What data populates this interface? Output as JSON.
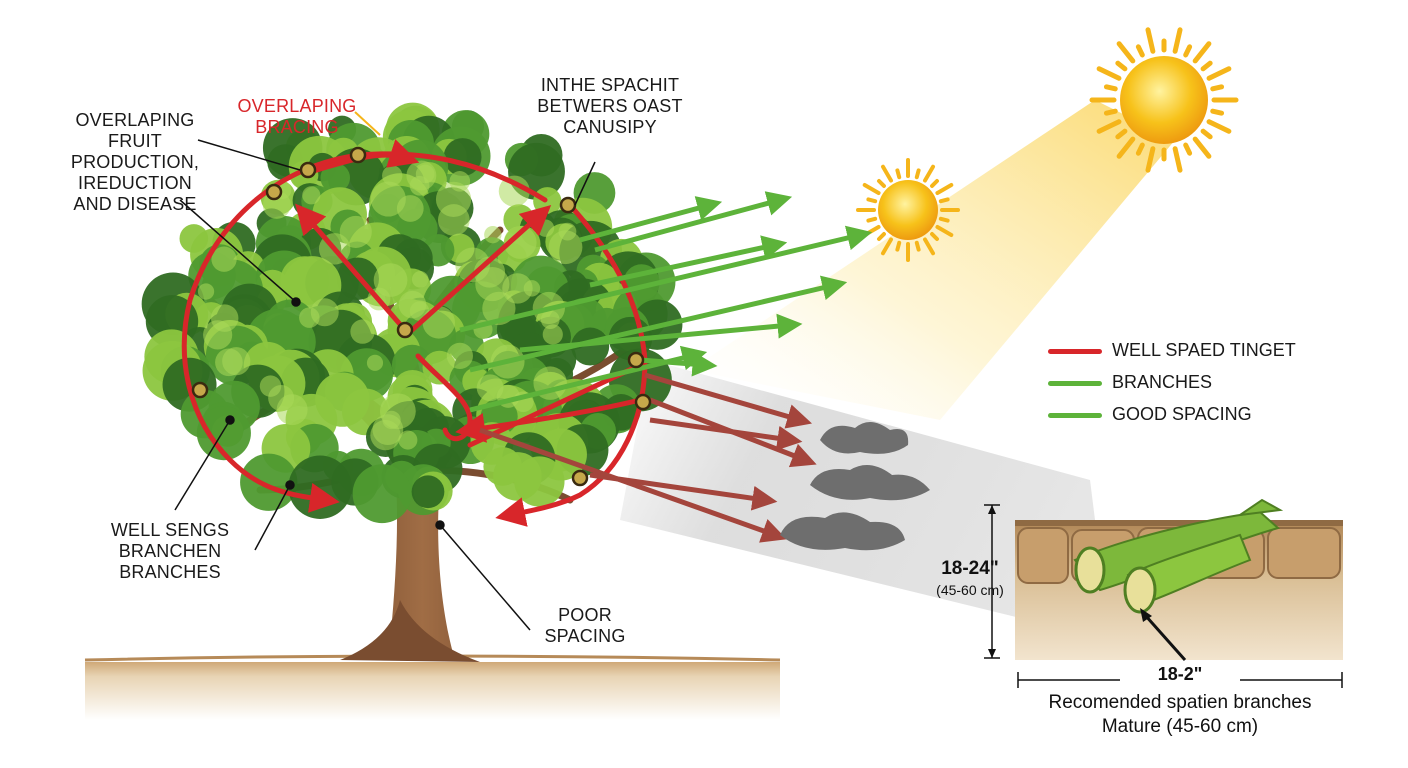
{
  "labels": {
    "overlap_red": "OVERLAPING\nBRACING",
    "overlap_black": "OVERLAPING\nFRUIT\nPRODUCTION,\nIREDUCTION\nAND DISEASE",
    "top_right": "INTHE SPACHIT\nBETWERS OAST\nCANUSIPY",
    "well_sengs": "WELL SENGS\nBRANCHEN\nBRANCHES",
    "poor_spacing": "POOR\nSPACING"
  },
  "legend": [
    {
      "label": "WELL SPAED TINGET",
      "color": "#d8262a"
    },
    {
      "label": "BRANCHES",
      "color": "#5db33a"
    },
    {
      "label": "GOOD SPACING",
      "color": "#5db33a"
    }
  ],
  "inset": {
    "vertical_dim": "18-24\"",
    "vertical_dim_metric": "(45-60 cm)",
    "horizontal_dim": "18-2\"",
    "caption_line1": "Recomended spatien branches",
    "caption_line2": "Mature  (45-60 cm)"
  },
  "colors": {
    "foliage_dark": "#2f6b22",
    "foliage_mid": "#4f9a30",
    "foliage_light": "#8cc63f",
    "trunk": "#8a5a38",
    "ground": "#d8bc92",
    "sun": "#f7c21a",
    "arrow_red": "#d8262a",
    "arrow_green": "#5db33a",
    "arrow_brown": "#a4453c",
    "smoke": "#6e6e6e"
  }
}
